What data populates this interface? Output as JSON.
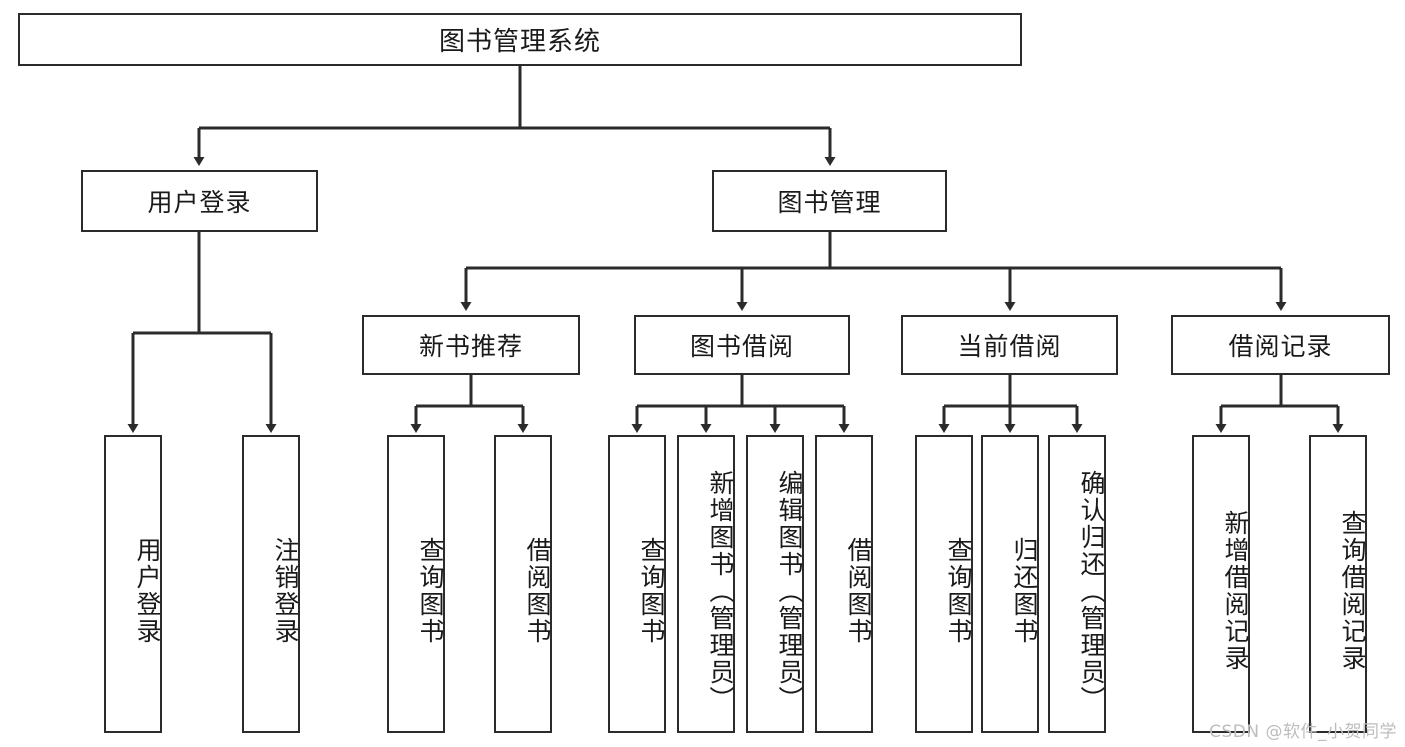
{
  "diagram": {
    "title": "图书管理系统",
    "type": "tree-hierarchy-diagram",
    "root": {
      "label": "图书管理系统"
    },
    "level2": [
      {
        "label": "用户登录"
      },
      {
        "label": "图书管理"
      }
    ],
    "level3": [
      {
        "label": "新书推荐"
      },
      {
        "label": "图书借阅"
      },
      {
        "label": "当前借阅"
      },
      {
        "label": "借阅记录"
      }
    ],
    "leaves": {
      "user_login": [
        {
          "label": "用户登录"
        },
        {
          "label": "注销登录"
        }
      ],
      "new_book_recommend": [
        {
          "label": "查询图书"
        },
        {
          "label": "借阅图书"
        }
      ],
      "book_borrow": [
        {
          "label": "查询图书"
        },
        {
          "label": "新增图书（管理员）"
        },
        {
          "label": "编辑图书（管理员）"
        },
        {
          "label": "借阅图书"
        }
      ],
      "current_borrow": [
        {
          "label": "查询图书"
        },
        {
          "label": "归还图书"
        },
        {
          "label": "确认归还（管理员）"
        }
      ],
      "borrow_record": [
        {
          "label": "新增借阅记录"
        },
        {
          "label": "查询借阅记录"
        }
      ]
    }
  },
  "watermark": {
    "text": "CSDN @软件_小贺同学"
  },
  "colors": {
    "stroke": "#2b2b2b",
    "background": "#ffffff",
    "text": "#1a1a1a",
    "watermark": "#bdbdbd"
  }
}
